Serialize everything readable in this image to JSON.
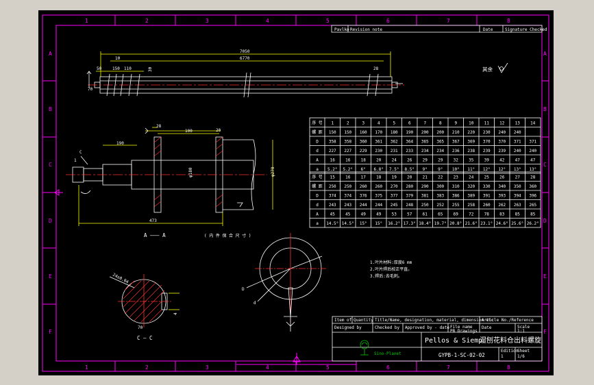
{
  "frame": {
    "col_labels": [
      "1",
      "2",
      "3",
      "4",
      "5",
      "6",
      "7",
      "8"
    ],
    "row_labels": [
      "A",
      "B",
      "C",
      "D",
      "E",
      "F"
    ]
  },
  "revision_header": {
    "prefix": "Pavlko",
    "revision_note": "Revision note",
    "date": "Date",
    "signature": "Signature Checked"
  },
  "dimensions": {
    "total_length": "7050",
    "inner_length": "6770",
    "d_left_30": "30",
    "d_left_10": "10",
    "d_50": "50",
    "d_150": "150",
    "d_left_110": "110",
    "d_lead_70": "70",
    "d_28": "28",
    "d_right_28": "28",
    "d_sec_20": "20",
    "d_sec_28": "28",
    "d_sec_100": "100",
    "d_sec_190": "190",
    "d_sec_473": "473",
    "d_sec_phi180": "φ180",
    "d_sec_phi270": "φ270",
    "d_sec_c1": "1",
    "d_sec_c2": "C",
    "d_cc_1": "24±0.04",
    "d_cc_2": "70",
    "d_cc_3": "4"
  },
  "section_labels": {
    "a_a": "A ——— A",
    "c_c": "C — C",
    "note_small": "( 内 件 保 合 尺 寸 )"
  },
  "roughness": {
    "label": "其余"
  },
  "spec_table_1": {
    "headers": [
      "序 号",
      "1",
      "2",
      "3",
      "4",
      "5",
      "6",
      "7",
      "8",
      "9",
      "10",
      "11",
      "12",
      "13",
      "14"
    ],
    "rows": [
      [
        "螺 距",
        "150",
        "150",
        "160",
        "170",
        "180",
        "190",
        "200",
        "200",
        "210",
        "220",
        "230",
        "240",
        "240"
      ],
      [
        "D",
        "358",
        "358",
        "360",
        "361",
        "362",
        "364",
        "365",
        "365",
        "367",
        "369",
        "370",
        "370",
        "371",
        "371"
      ],
      [
        "d",
        "227",
        "227",
        "229",
        "230",
        "231",
        "233",
        "234",
        "234",
        "236",
        "238",
        "239",
        "239",
        "240",
        "240"
      ],
      [
        "A",
        "16",
        "16",
        "18",
        "20",
        "24",
        "26",
        "29",
        "29",
        "32",
        "35",
        "39",
        "42",
        "47",
        "47"
      ],
      [
        "a",
        "5.2°",
        "5.2°",
        "6°",
        "6.8°",
        "7.5°",
        "8.5°",
        "9°",
        "9°",
        "10°",
        "11°",
        "12°",
        "12°",
        "13°",
        "13°"
      ]
    ]
  },
  "spec_table_2": {
    "headers": [
      "序 号",
      "15",
      "16",
      "17",
      "18",
      "19",
      "20",
      "21",
      "22",
      "23",
      "24",
      "25",
      "26",
      "27",
      "28"
    ],
    "rows": [
      [
        "螺 距",
        "250",
        "250",
        "260",
        "260",
        "270",
        "280",
        "290",
        "300",
        "310",
        "320",
        "330",
        "340",
        "350",
        "360"
      ],
      [
        "D",
        "374",
        "374",
        "376",
        "375",
        "377",
        "379",
        "381",
        "383",
        "386",
        "389",
        "391",
        "393",
        "394",
        "396"
      ],
      [
        "d",
        "243",
        "243",
        "244",
        "244",
        "245",
        "248",
        "250",
        "252",
        "255",
        "258",
        "260",
        "262",
        "263",
        "265"
      ],
      [
        "A",
        "45",
        "45",
        "49",
        "49",
        "53",
        "57",
        "61",
        "65",
        "69",
        "72",
        "78",
        "83",
        "85",
        "85"
      ],
      [
        "a",
        "14.5°",
        "14.5°",
        "15°",
        "15°",
        "16.2°",
        "17.3°",
        "18.4°",
        "19.7°",
        "20.8°",
        "21.6°",
        "23.1°",
        "24.6°",
        "25.6°",
        "26.2°"
      ]
    ]
  },
  "notes": [
    "1.叶片材料:厚度6 mm",
    "2.叶片焊后校正平直。",
    "3.焊后:去毛刺。"
  ],
  "title_block": {
    "item_of": "Item of",
    "quantity": "Quantity",
    "title_desc": "Title/Name, designation, material, dimension etc",
    "article_ref": "Article No./Reference",
    "designed_by": "Designed by",
    "checked_by": "Checked by",
    "approved_by": "Approved by - date",
    "file_name": "File name",
    "file_value": "PB Drawings",
    "date": "Date",
    "scale": "Scale",
    "scale_value": "1:1",
    "company": "Pellos & Siemp",
    "title_cn": "湿刨花料仓出料螺旋",
    "logo_text": "Sino-Planet",
    "drawing_no": "GYPB-1-SC-02-02",
    "edition": "Edition",
    "edition_value": "1",
    "sheet": "Sheet",
    "sheet_value": "1/6"
  },
  "colors": {
    "background": "#000000",
    "frame": "#ff00ff",
    "outline": "#ffffff",
    "centerline": "#ff3030",
    "dimension": "#ffff00",
    "logo": "#00cc00"
  }
}
